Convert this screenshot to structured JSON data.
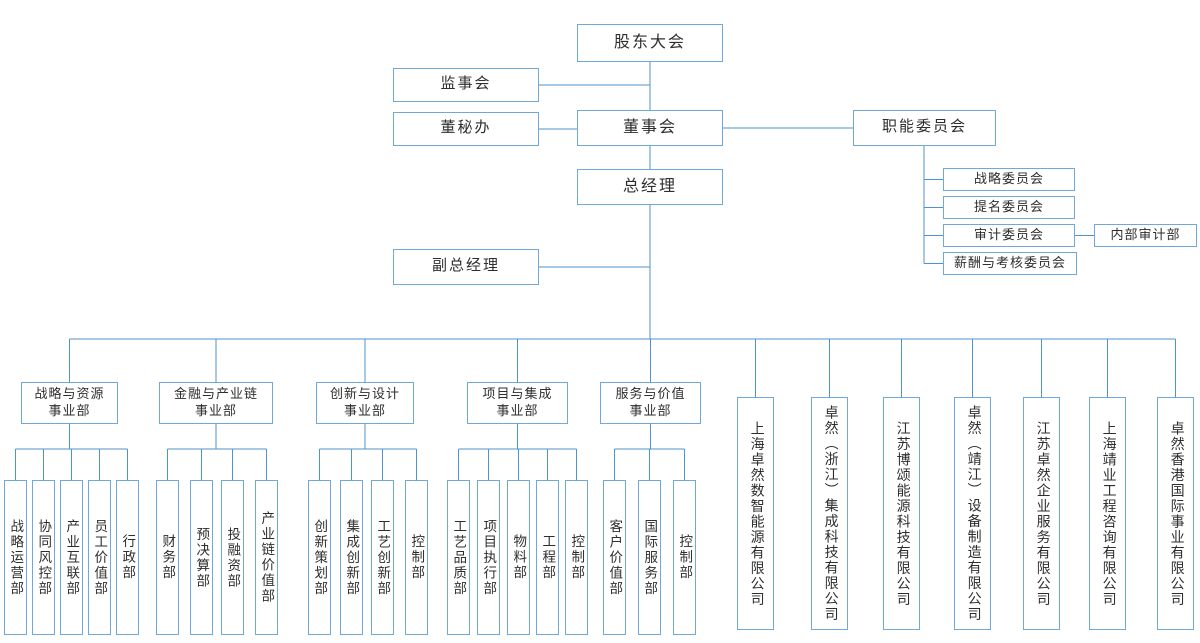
{
  "colors": {
    "line_blue": "#4f93ce",
    "box_border_blue": "#6fa8dc",
    "text": "#2e2e2e",
    "background": "#ffffff"
  },
  "top": {
    "shareholders": "股东大会",
    "supervisory_board": "监事会",
    "board_secretary_office": "董秘办",
    "board_of_directors": "董事会",
    "functional_committees": "职能委员会",
    "general_manager": "总经理",
    "deputy_general_manager": "副总经理"
  },
  "committees": [
    {
      "label": "战略委员会"
    },
    {
      "label": "提名委员会"
    },
    {
      "label": "审计委员会"
    },
    {
      "label": "薪酬与考核委员会"
    }
  ],
  "internal_audit": "内部审计部",
  "divisions": [
    {
      "label": "战略与资源事业部",
      "lines": [
        "战略与资源",
        "事业部"
      ],
      "departments": [
        "战略运营部",
        "协同风控部",
        "产业互联部",
        "员工价值部",
        "行政部"
      ]
    },
    {
      "label": "金融与产业链事业部",
      "lines": [
        "金融与产业链",
        "事业部"
      ],
      "departments": [
        "财务部",
        "预决算部",
        "投融资部",
        "产业链价值部"
      ]
    },
    {
      "label": "创新与设计事业部",
      "lines": [
        "创新与设计",
        "事业部"
      ],
      "departments": [
        "创新策划部",
        "集成创新部",
        "工艺创新部",
        "控制部"
      ]
    },
    {
      "label": "项目与集成事业部",
      "lines": [
        "项目与集成",
        "事业部"
      ],
      "departments": [
        "工艺品质部",
        "项目执行部",
        "物料部",
        "工程部",
        "控制部"
      ]
    },
    {
      "label": "服务与价值事业部",
      "lines": [
        "服务与价值",
        "事业部"
      ],
      "departments": [
        "客户价值部",
        "国际服务部",
        "控制部"
      ]
    }
  ],
  "subsidiaries": [
    "上海卓然数智能源有限公司",
    "卓然（浙江）集成科技有限公司",
    "江苏博颂能源科技有限公司",
    "卓然（靖江）设备制造有限公司",
    "江苏卓然企业服务有限公司",
    "上海靖业工程咨询有限公司",
    "卓然香港国际事业有限公司"
  ]
}
